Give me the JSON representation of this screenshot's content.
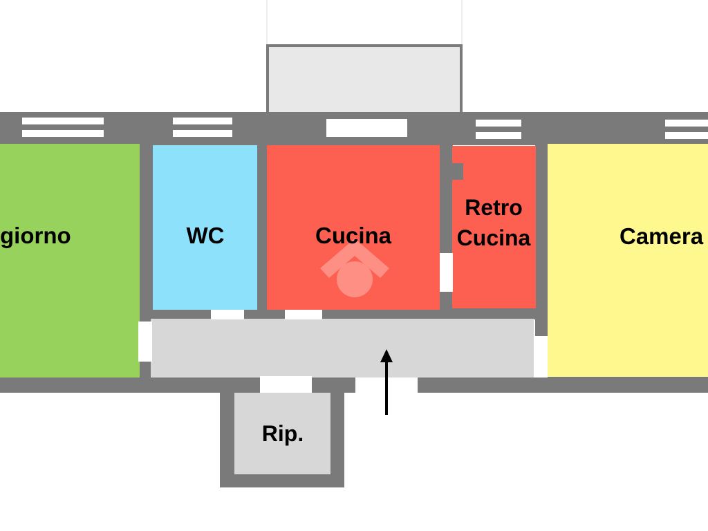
{
  "colors": {
    "wall": "#7a7a7a",
    "soggiorno": "#97d35c",
    "wc": "#8ee1fb",
    "cucina": "#fd5f50",
    "retro_cucina": "#fd5f50",
    "camera": "#fff88f",
    "corridor": "#d7d7d7",
    "balcony": "#e8e8e8",
    "opening": "#ffffff",
    "arrow": "#000000",
    "watermark": "#ffffff"
  },
  "rooms": {
    "soggiorno": {
      "label": "giorno"
    },
    "wc": {
      "label": "WC"
    },
    "cucina": {
      "label": "Cucina"
    },
    "retro_cucina": {
      "label_line1": "Retro",
      "label_line2": "Cucina"
    },
    "camera": {
      "label": "Camera"
    },
    "ripostiglio": {
      "label": "Rip."
    }
  },
  "entrance": {
    "icon": "entrance-arrow-icon",
    "direction": "up"
  },
  "watermark": {
    "icon": "house-logo-icon"
  }
}
